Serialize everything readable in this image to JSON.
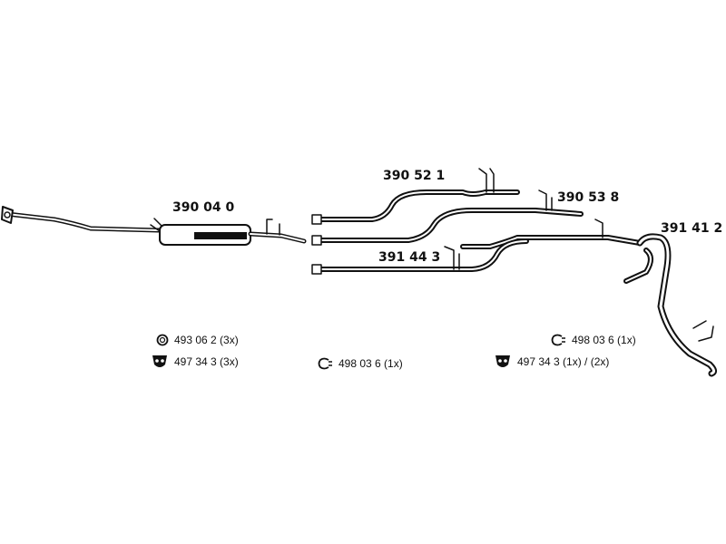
{
  "parts": {
    "front_pipe_silencer": "390 04 0",
    "upper_pipe": "390 52 1",
    "middle_pipe": "390 53 8",
    "lower_pipe": "391 44 3",
    "tail_pipe": "391 41 2"
  },
  "accessories": [
    {
      "icon": "clamp-ring-icon",
      "text": "493 06 2 (3x)"
    },
    {
      "icon": "rubber-mount-icon",
      "text": "497 34 3 (3x)"
    },
    {
      "icon": "hanger-clip-icon",
      "text": "498 03 6 (1x)"
    },
    {
      "icon": "hanger-clip-icon",
      "text": "498 03 6 (1x)"
    },
    {
      "icon": "rubber-mount-icon",
      "text": "497 34 3  (1x) / (2x)"
    }
  ],
  "colors": {
    "line": "#111111",
    "background": "#ffffff"
  }
}
